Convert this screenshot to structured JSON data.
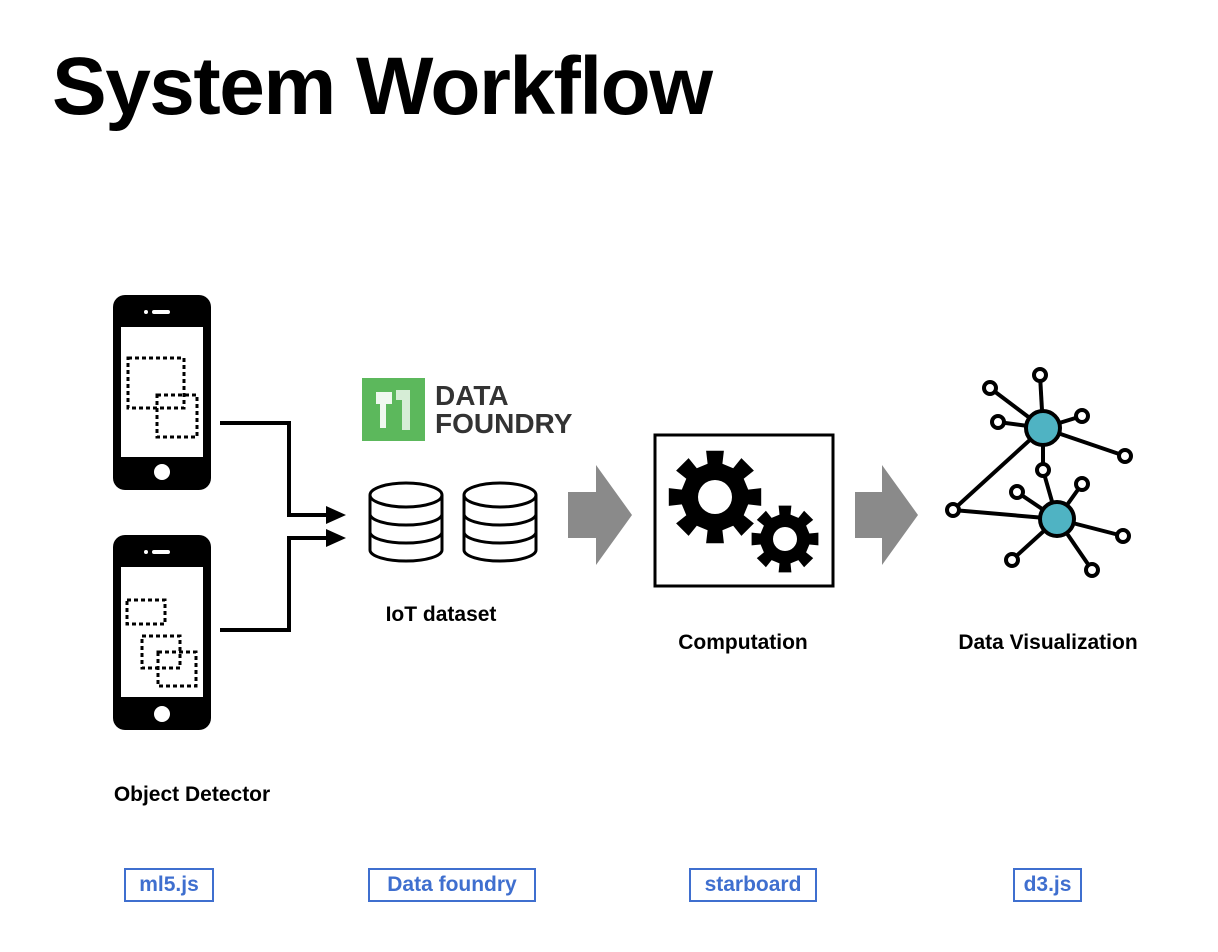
{
  "title": "System Workflow",
  "stages": {
    "object_detector": {
      "label": "Object Detector",
      "tool": "ml5.js"
    },
    "iot_dataset": {
      "label": "IoT dataset",
      "tool": "Data foundry"
    },
    "computation": {
      "label": "Computation",
      "tool": "starboard"
    },
    "data_visualization": {
      "label": "Data Visualization",
      "tool": "d3.js"
    }
  },
  "logo": {
    "line1": "DATA",
    "line2": "FOUNDRY",
    "color": "#5cb85c"
  },
  "colors": {
    "tag": "#3f6fcf",
    "arrow": "#8a8a8a",
    "node_fill": "#4fb3c3"
  }
}
